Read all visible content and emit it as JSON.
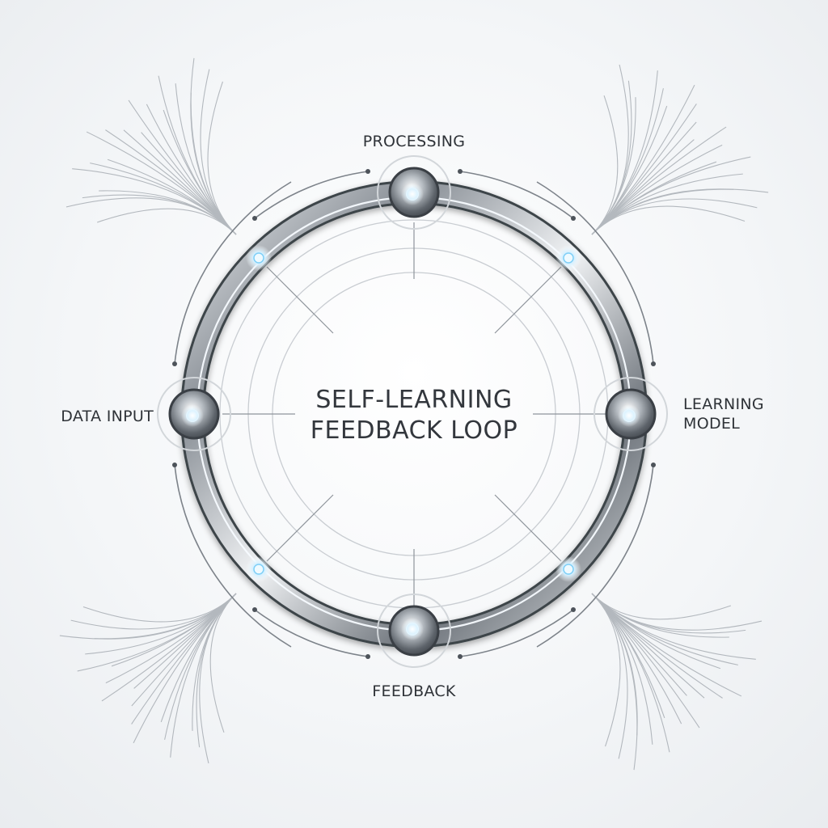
{
  "title": {
    "line1": "SELF-LEARNING",
    "line2": "FEEDBACK LOOP"
  },
  "nodes": {
    "top": "PROCESSING",
    "left": "DATA INPUT",
    "right": "LEARNING\nMODEL",
    "bottom": "FEEDBACK"
  },
  "colors": {
    "ring_dark": "#5b6168",
    "ring_light": "#d9dde1",
    "glow": "#e9f7ff",
    "glow_core": "#8fd7ff",
    "line": "#9aa0a7",
    "text": "#2f3338"
  }
}
